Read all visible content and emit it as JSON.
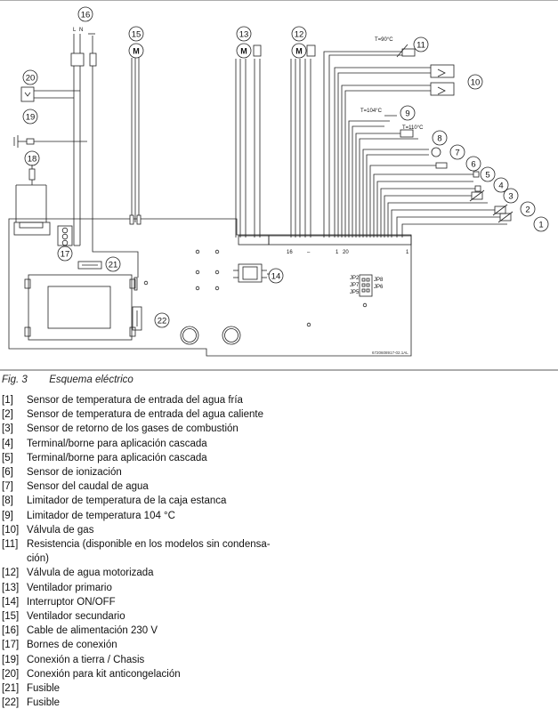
{
  "figure": {
    "code": "6720608917-02.1AL",
    "callouts": [
      "1",
      "2",
      "3",
      "4",
      "5",
      "6",
      "7",
      "8",
      "9",
      "10",
      "11",
      "12",
      "13",
      "14",
      "15",
      "16",
      "17",
      "18",
      "19",
      "20",
      "21",
      "22"
    ],
    "temps": {
      "t11": "T=90°C",
      "t9": "T=104°C",
      "t8": "T=110°C"
    },
    "connector_labels": {
      "n16": "16",
      "dash": "–",
      "n1a": "1",
      "n20": "20",
      "n1b": "1"
    },
    "jumpers": {
      "jp2": "JP2",
      "jp7": "JP7",
      "jp5": "JP5",
      "jp8": "JP8",
      "jp6": "JP6"
    },
    "cable_letters": {
      "l": "L",
      "n": "N"
    },
    "motor_symbol": "M"
  },
  "caption": {
    "num": "Fig. 3",
    "title": "Esquema eléctrico"
  },
  "legend": [
    {
      "key": "[1]",
      "text": "Sensor de temperatura de entrada  del agua fría"
    },
    {
      "key": "[2]",
      "text": "Sensor de temperatura de entrada  del agua caliente"
    },
    {
      "key": "[3]",
      "text": "Sensor de retorno de los gases de combustión"
    },
    {
      "key": "[4]",
      "text": "Terminal/borne para aplicación cascada"
    },
    {
      "key": "[5]",
      "text": "Terminal/borne para aplicación cascada"
    },
    {
      "key": "[6]",
      "text": "Sensor de ionización"
    },
    {
      "key": "[7]",
      "text": "Sensor del caudal de agua"
    },
    {
      "key": "[8]",
      "text": "Limitador de temperatura de la caja estanca"
    },
    {
      "key": "[9]",
      "text": "Limitador de temperatura 104 °C"
    },
    {
      "key": "[10]",
      "text": "Válvula de gas"
    },
    {
      "key": "[11]",
      "text": "Resistencia (disponible en los modelos sin condensa-"
    },
    {
      "key": "",
      "text": "ción)"
    },
    {
      "key": "[12]",
      "text": "Válvula de agua motorizada"
    },
    {
      "key": "[13]",
      "text": "Ventilador primario"
    },
    {
      "key": "[14]",
      "text": "Interruptor ON/OFF"
    },
    {
      "key": "[15]",
      "text": "Ventilador secundario"
    },
    {
      "key": "[16]",
      "text": "Cable de alimentación 230 V"
    },
    {
      "key": "[17]",
      "text": "Bornes de conexión"
    },
    {
      "key": "[19]",
      "text": "Conexión a tierra / Chasis"
    },
    {
      "key": "[20]",
      "text": "Conexión para kit anticongelación"
    },
    {
      "key": "[21]",
      "text": "Fusible"
    },
    {
      "key": "[22]",
      "text": "Fusible"
    }
  ]
}
